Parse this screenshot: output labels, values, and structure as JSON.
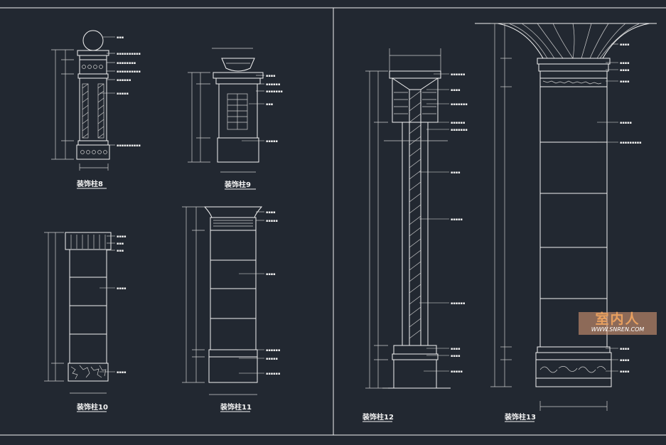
{
  "drawing": {
    "titles": {
      "col8": "装饰柱8",
      "col9": "装饰柱9",
      "col10": "装饰柱10",
      "col11": "装饰柱11",
      "col12": "装饰柱12",
      "col13": "装饰柱13"
    }
  },
  "watermark": {
    "name": "室内人",
    "url": "WWW.SNREN.COM"
  },
  "colors": {
    "background": "#222831",
    "lines": "#f2f2f2",
    "watermark": "#e8a060"
  }
}
